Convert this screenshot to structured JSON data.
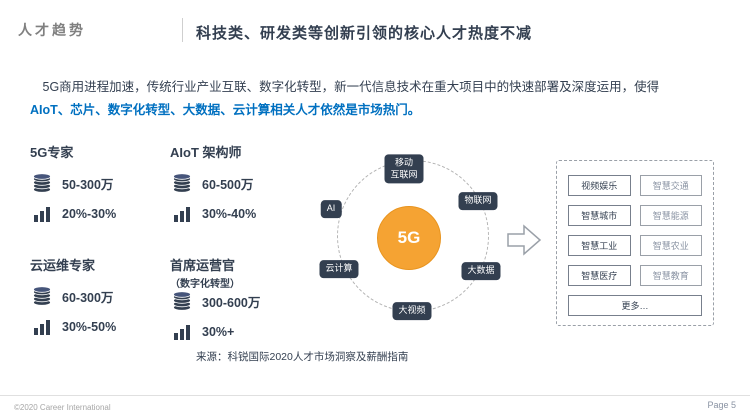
{
  "header": {
    "eyebrow": "人才趋势",
    "title": "科技类、研发类等创新引领的核心人才热度不减"
  },
  "intro": {
    "line1": "5G商用进程加速，传统行业产业互联、数字化转型，新一代信息技术在重大项目中的快速部署及深度运用，使得",
    "line2": "AIoT、芯片、数字化转型、大数据、云计算相关人才依然是市场热门。"
  },
  "stats": [
    {
      "title": "5G专家",
      "subtitle": "",
      "salary": "50-300万",
      "growth": "20%-30%"
    },
    {
      "title": "AIoT 架构师",
      "subtitle": "",
      "salary": "60-500万",
      "growth": "30%-40%"
    },
    {
      "title": "云运维专家",
      "subtitle": "",
      "salary": "60-300万",
      "growth": "30%-50%"
    },
    {
      "title": "首席运营官",
      "subtitle": "（数字化转型）",
      "salary": "300-600万",
      "growth": "30%+"
    }
  ],
  "diagram": {
    "center": "5G",
    "nodes": {
      "mobile_internet": "移动\n互联网",
      "ai": "AI",
      "iot": "物联网",
      "cloud": "云计算",
      "bigdata": "大数据",
      "video": "大视频"
    }
  },
  "applications": {
    "boxes": [
      "视频娱乐",
      "智慧交通",
      "智慧城市",
      "智慧能源",
      "智慧工业",
      "智慧农业",
      "智慧医疗",
      "智慧教育"
    ],
    "more": "更多…"
  },
  "source": "来源：科锐国际2020人才市场洞察及薪酬指南",
  "footer": {
    "copyright": "©2020 Career International",
    "page": "Page 5"
  },
  "colors": {
    "navy": "#333F50",
    "blue": "#0070C0",
    "orange": "#F5A333",
    "gray": "#808080"
  }
}
